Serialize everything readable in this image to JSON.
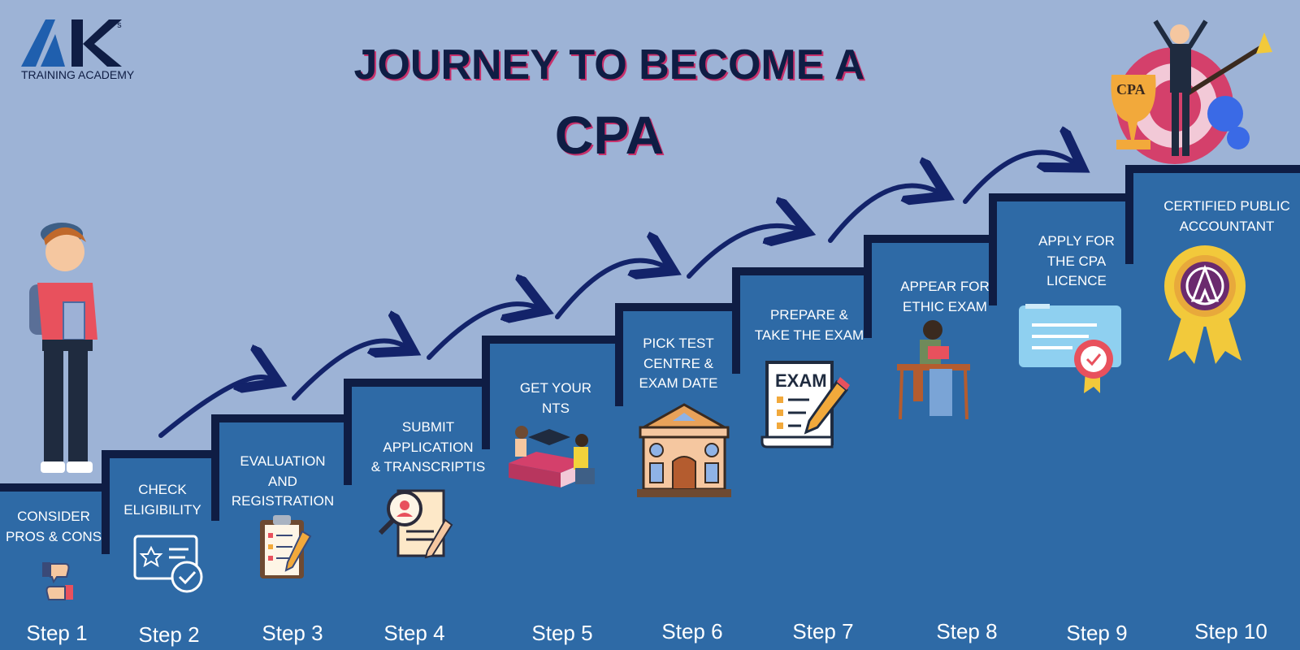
{
  "logo": {
    "mark": "AK",
    "superscript": "'s",
    "subtitle": "TRAINING ACADEMY"
  },
  "title": "JOURNEY TO BECOME A",
  "subtitle": "CPA",
  "colors": {
    "background": "#9db3d6",
    "stairs": "#2e6aa6",
    "outline": "#0f1d44",
    "arrow": "#13236a",
    "text": "#ffffff"
  },
  "steps": [
    {
      "number": "Step 1",
      "text": [
        "CONSIDER",
        "PROS & CONS"
      ],
      "icon": "thumbs-up-down-icon"
    },
    {
      "number": "Step 2",
      "text": [
        "CHECK",
        "ELIGIBILITY"
      ],
      "icon": "certificate-check-icon"
    },
    {
      "number": "Step 3",
      "text": [
        "EVALUATION",
        "AND",
        "REGISTRATION"
      ],
      "icon": "clipboard-checklist-icon"
    },
    {
      "number": "Step 4",
      "text": [
        "SUBMIT",
        "APPLICATION",
        "& TRANSCRIPTIS"
      ],
      "icon": "document-search-icon"
    },
    {
      "number": "Step 5",
      "text": [
        "GET YOUR",
        "NTS"
      ],
      "icon": "students-studying-icon"
    },
    {
      "number": "Step 6",
      "text": [
        "PICK TEST",
        "CENTRE &",
        "EXAM DATE"
      ],
      "icon": "building-icon"
    },
    {
      "number": "Step 7",
      "text": [
        "PREPARE &",
        "TAKE THE EXAM"
      ],
      "icon": "exam-paper-icon"
    },
    {
      "number": "Step 8",
      "text": [
        "APPEAR FOR",
        "ETHIC EXAM"
      ],
      "icon": "person-reading-icon"
    },
    {
      "number": "Step 9",
      "text": [
        "APPLY FOR",
        "THE CPA",
        "LICENCE"
      ],
      "icon": "licence-certificate-icon"
    },
    {
      "number": "Step 10",
      "text": [
        "CERTIFIED PUBLIC",
        "ACCOUNTANT"
      ],
      "icon": "award-ribbon-icon"
    }
  ],
  "trophy_label": "CPA"
}
